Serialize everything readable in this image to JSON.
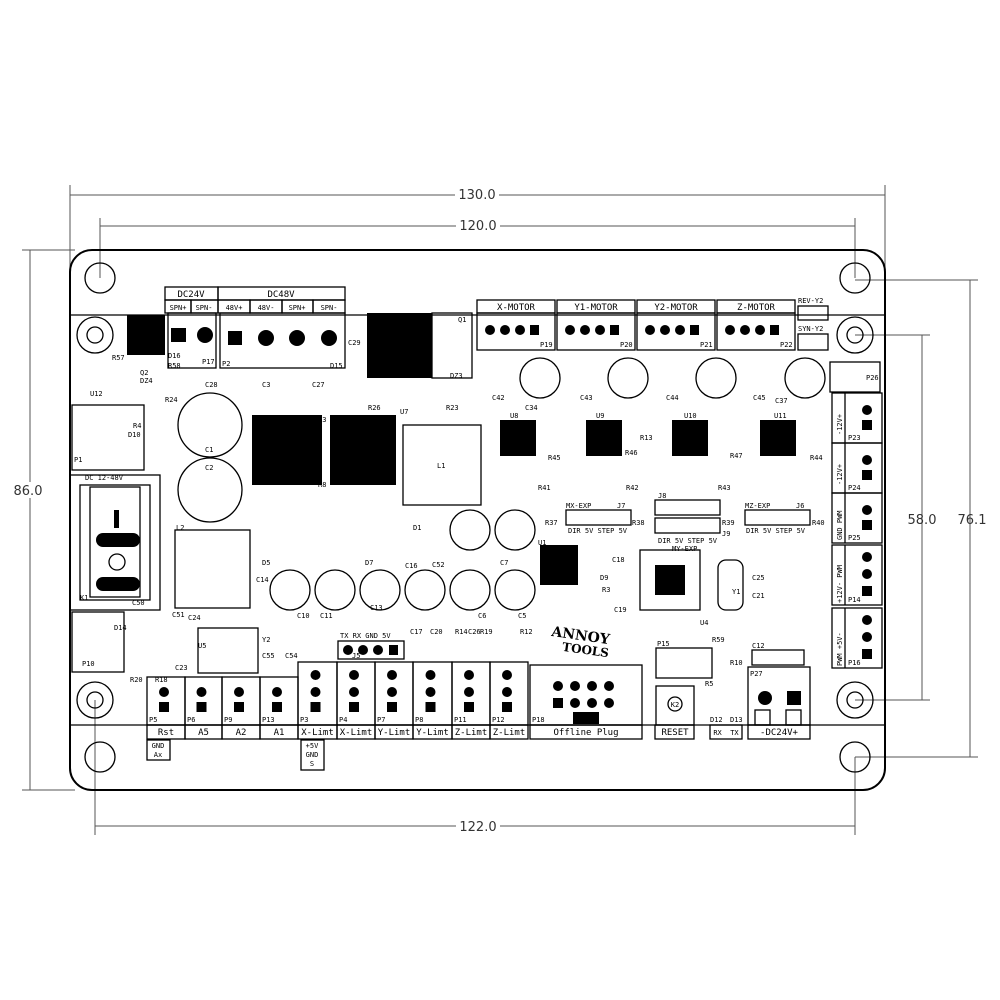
{
  "dimensions": {
    "width_outer": "130.0",
    "width_holes_top": "120.0",
    "height_outer": "86.0",
    "width_holes_bottom": "122.0",
    "height_inner": "58.0",
    "height_holes": "76.1"
  },
  "power": {
    "dc24v": "DC24V",
    "dc48v": "DC48V",
    "p17_pins": [
      "SPN+",
      "SPN-"
    ],
    "p2_pins": [
      "48V+",
      "48V-",
      "SPN+",
      "SPN-"
    ],
    "p17": "P17",
    "p2": "P2",
    "switch_label": "DC 12-48V",
    "switch_ref": "K1"
  },
  "motors": [
    {
      "label": "X-MOTOR",
      "ref": "P19"
    },
    {
      "label": "Y1-MOTOR",
      "ref": "P20"
    },
    {
      "label": "Y2-MOTOR",
      "ref": "P21"
    },
    {
      "label": "Z-MOTOR",
      "ref": "P22"
    }
  ],
  "jumpers": {
    "rev": "REV-Y2",
    "syn": "SYN-Y2",
    "p26": "P26"
  },
  "right_connectors": [
    {
      "label": "-12V+",
      "ref": "P23"
    },
    {
      "label": "-12V+",
      "ref": "P24"
    },
    {
      "label": "GND PWM",
      "ref": "P25"
    },
    {
      "label": "+12V- PWM",
      "ref": "P14"
    },
    {
      "label": "PWM +5V-",
      "ref": "P16"
    }
  ],
  "bottom_connectors": [
    {
      "label": "Rst",
      "ref": "P5"
    },
    {
      "label": "A5",
      "ref": "P6"
    },
    {
      "label": "A2",
      "ref": "P9"
    },
    {
      "label": "A1",
      "ref": "P13"
    },
    {
      "label": "X-Limt",
      "ref": "P3"
    },
    {
      "label": "X-Limt",
      "ref": "P4"
    },
    {
      "label": "Y-Limt",
      "ref": "P7"
    },
    {
      "label": "Y-Limt",
      "ref": "P8"
    },
    {
      "label": "Z-Limt",
      "ref": "P11"
    },
    {
      "label": "Z-Limt",
      "ref": "P12"
    }
  ],
  "bottom_notes": {
    "gnd_ax": [
      "GND",
      "Ax"
    ],
    "p3_pins": [
      "+5V",
      "GND",
      "S"
    ]
  },
  "offline": {
    "label": "Offline Plug",
    "ref": "P18"
  },
  "reset": {
    "label": "RESET",
    "ref": "K2",
    "header": "P15"
  },
  "rxtx": {
    "label": "RX  TX",
    "leds": [
      "D12",
      "D13"
    ]
  },
  "dc24_in": {
    "label": "-DC24V+",
    "ref": "P27",
    "cap": "C12"
  },
  "serial": {
    "pins": "TX  RX GND 5V",
    "ref": "J5"
  },
  "exp": {
    "mx": "MX-EXP",
    "my": "MY-EXP",
    "mz": "MZ-EXP",
    "pins": "DIR 5V STEP 5V",
    "j7": "J7",
    "j9": "J9",
    "j6": "J6",
    "j8": "J8"
  },
  "logo": [
    "ANNOY",
    "TOOLS"
  ],
  "components": [
    "U12",
    "Q2",
    "DZ4",
    "R57",
    "R58",
    "D16",
    "R24",
    "R4",
    "D10",
    "P1",
    "C1",
    "C2",
    "L2",
    "C28",
    "C3",
    "C27",
    "C29",
    "D15",
    "Q1",
    "DZ3",
    "R23",
    "U7",
    "R26",
    "U3",
    "R8",
    "L1",
    "D1",
    "D5",
    "D7",
    "C10",
    "C11",
    "C13",
    "C16",
    "C52",
    "C6",
    "C7",
    "C5",
    "U1",
    "D9",
    "R3",
    "C19",
    "C18",
    "U4",
    "Y1",
    "C25",
    "C21",
    "C14",
    "C24",
    "C51",
    "C50",
    "C23",
    "U5",
    "Y2",
    "C55",
    "C54",
    "D14",
    "P10",
    "R20",
    "R18",
    "U8",
    "U9",
    "U10",
    "U11",
    "R13",
    "R45",
    "R46",
    "R47",
    "R44",
    "R41",
    "R42",
    "R43",
    "R37",
    "R38",
    "R39",
    "R40",
    "C42",
    "C43",
    "C44",
    "C45",
    "C34",
    "C37",
    "R59",
    "R10",
    "R5",
    "C17",
    "C20",
    "R14",
    "C26",
    "R19",
    "R12"
  ]
}
